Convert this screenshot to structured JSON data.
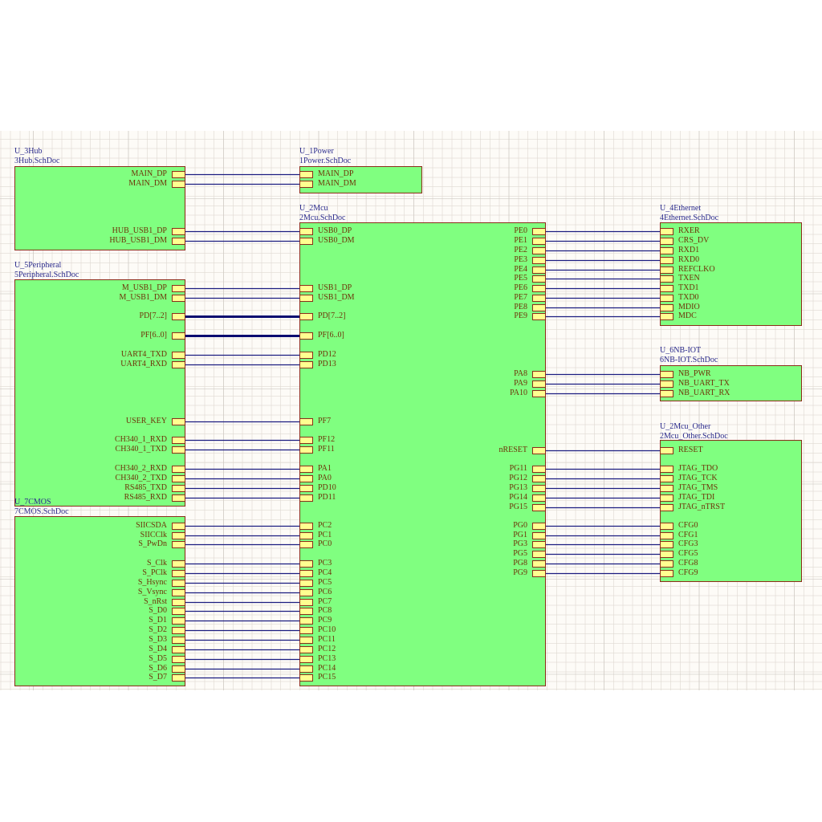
{
  "colors": {
    "sheet_fill": "#80ff80",
    "sheet_border": "#8b2d1a",
    "entry_fill": "#ffff90",
    "wire": "#1c1c80",
    "bus": "#0a0a70",
    "designator_text": "#2a2a8c",
    "entry_text": "#6e3208"
  },
  "sheets": {
    "hub": {
      "designator": "U_3Hub",
      "filename": "3Hub.SchDoc",
      "entries": [
        "MAIN_DP",
        "MAIN_DM",
        "HUB_USB1_DP",
        "HUB_USB1_DM"
      ]
    },
    "power": {
      "designator": "U_1Power",
      "filename": "1Power.SchDoc",
      "entries": [
        "MAIN_DP",
        "MAIN_DM"
      ]
    },
    "peripheral": {
      "designator": "U_5Peripheral",
      "filename": "5Peripheral.SchDoc",
      "entries": [
        "M_USB1_DP",
        "M_USB1_DM",
        "PD[7..2]",
        "PF[6..0]",
        "UART4_TXD",
        "UART4_RXD",
        "USER_KEY",
        "CH340_1_RXD",
        "CH340_1_TXD",
        "CH340_2_RXD",
        "CH340_2_TXD",
        "RS485_TXD",
        "RS485_RXD"
      ]
    },
    "cmos": {
      "designator": "U_7CMOS",
      "filename": "7CMOS.SchDoc",
      "entries": [
        "SIICSDA",
        "SIICClk",
        "S_PwDn",
        "S_Clk",
        "S_PClk",
        "S_Hsync",
        "S_Vsync",
        "S_nRst",
        "S_D0",
        "S_D1",
        "S_D2",
        "S_D3",
        "S_D4",
        "S_D5",
        "S_D6",
        "S_D7"
      ]
    },
    "mcu": {
      "designator": "U_2Mcu",
      "filename": "2Mcu.SchDoc",
      "left_entries": [
        "USB0_DP",
        "USB0_DM",
        "USB1_DP",
        "USB1_DM",
        "PD[7..2]",
        "PF[6..0]",
        "PD12",
        "PD13",
        "PF7",
        "PF12",
        "PF11",
        "PA1",
        "PA0",
        "PD10",
        "PD11",
        "PC2",
        "PC1",
        "PC0",
        "PC3",
        "PC4",
        "PC5",
        "PC6",
        "PC7",
        "PC8",
        "PC9",
        "PC10",
        "PC11",
        "PC12",
        "PC13",
        "PC14",
        "PC15"
      ],
      "right_entries": [
        "PE0",
        "PE1",
        "PE2",
        "PE3",
        "PE4",
        "PE5",
        "PE6",
        "PE7",
        "PE8",
        "PE9",
        "PA8",
        "PA9",
        "PA10",
        "nRESET",
        "PG11",
        "PG12",
        "PG13",
        "PG14",
        "PG15",
        "PG0",
        "PG1",
        "PG3",
        "PG5",
        "PG8",
        "PG9"
      ]
    },
    "ethernet": {
      "designator": "U_4Ethernet",
      "filename": "4Ethernet.SchDoc",
      "entries": [
        "RXER",
        "CRS_DV",
        "RXD1",
        "RXD0",
        "REFCLKO",
        "TXEN",
        "TXD1",
        "TXD0",
        "MDIO",
        "MDC"
      ]
    },
    "nbiot": {
      "designator": "U_6NB-IOT",
      "filename": "6NB-IOT.SchDoc",
      "entries": [
        "NB_PWR",
        "NB_UART_TX",
        "NB_UART_RX"
      ]
    },
    "mcu_other": {
      "designator": "U_2Mcu_Other",
      "filename": "2Mcu_Other.SchDoc",
      "entries": [
        "RESET",
        "JTAG_TDO",
        "JTAG_TCK",
        "JTAG_TMS",
        "JTAG_TDI",
        "JTAG_nTRST",
        "CFG0",
        "CFG1",
        "CFG3",
        "CFG5",
        "CFG8",
        "CFG9"
      ]
    }
  }
}
